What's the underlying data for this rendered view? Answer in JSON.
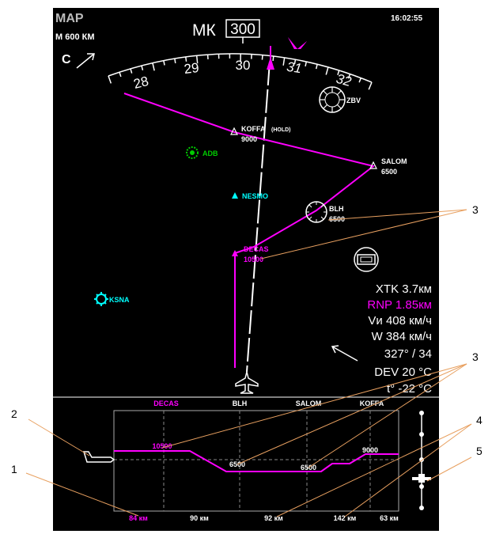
{
  "header": {
    "mode": "MAP",
    "range": "М 600 КМ",
    "clock": "16:02:55",
    "course_label": "МК",
    "course_value": "300"
  },
  "wind_flag": "С",
  "compass_ticks": [
    "28",
    "29",
    "30",
    "31",
    "32"
  ],
  "beacons": {
    "zbv": "ZBV",
    "adb": "ADB",
    "nesmo": "NESMO",
    "ksna": "KSNA"
  },
  "route": {
    "koffa_name": "KOFFA",
    "koffa_hold": "(HOLD)",
    "koffa_alt": "9000",
    "salom_name": "SALOM",
    "salom_alt": "6500",
    "blh_name": "BLH",
    "blh_alt": "6500",
    "decas_name": "DECAS",
    "decas_alt": "10500"
  },
  "nav": {
    "xtk": "XTK  3.7км",
    "rnp": "RNP 1.85км",
    "vi": "Vи  408 км/ч",
    "w": "W  384 км/ч",
    "wind": "327° / 34",
    "dev": "DEV  20 °C",
    "temp": "t°  -22 °C"
  },
  "vsd": {
    "waypoints": [
      "DECAS",
      "BLH",
      "SALOM",
      "KOFFA"
    ],
    "alt_labels": [
      "10500",
      "6500",
      "6500",
      "9000"
    ],
    "distances": [
      "84 км",
      "90 км",
      "92 км",
      "142 км",
      "63 км"
    ]
  },
  "callouts": [
    "1",
    "2",
    "3",
    "3",
    "4",
    "5"
  ],
  "colors": {
    "background": "#000000",
    "route": "#ff00ff",
    "active": "#ff00ff",
    "beacon_green": "#00cc00",
    "beacon_cyan": "#00ffff",
    "text": "#ffffff",
    "callout": "#e8a060"
  }
}
